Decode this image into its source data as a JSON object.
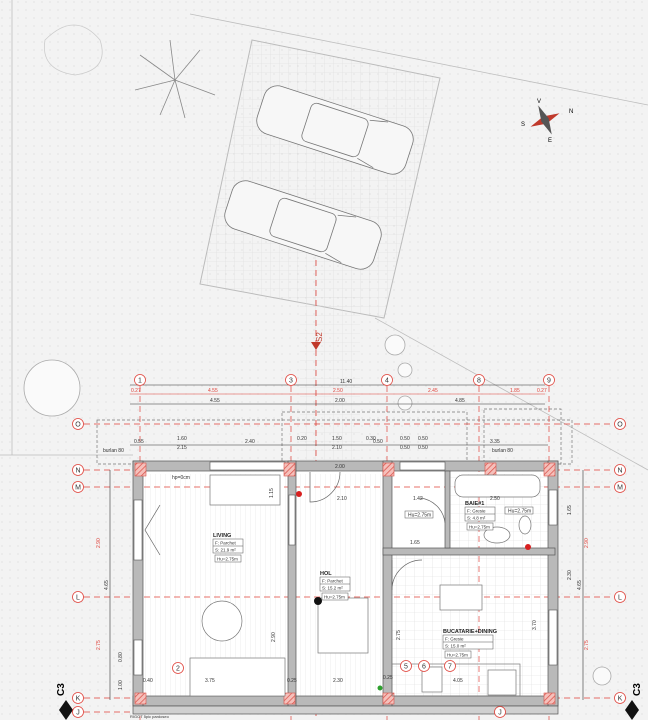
{
  "axes": {
    "columns": [
      "1",
      "2",
      "3",
      "4",
      "5",
      "6",
      "7",
      "8",
      "9"
    ],
    "rows": [
      "O",
      "N",
      "M",
      "L",
      "K",
      "J"
    ]
  },
  "dimensions": {
    "overall": "11.40",
    "red_top": [
      "0.27",
      "4.55",
      "2.50",
      "2.45",
      "1.85",
      "0.27"
    ],
    "grey_top": [
      "4.55",
      "2.00",
      "4.85"
    ],
    "openings": [
      "0.55",
      "1.60",
      "2.15",
      "2.40",
      "0.20",
      "1.50",
      "2.10",
      "0.30",
      "0.50",
      "0.50",
      "0.50",
      "0.50",
      "0.50",
      "3.35"
    ],
    "interior": [
      "2.00",
      "2.10",
      "1.42",
      "2.50",
      "1.65",
      "3.75",
      "2.30",
      "4.05",
      "0.40",
      "0.25",
      "0.25",
      "2.75",
      "3.70",
      "2.90",
      "1.15"
    ],
    "side_left": [
      "4.65",
      "2.90",
      "2.75",
      "1.00",
      "0.80"
    ],
    "side_right": [
      "4.65",
      "2.90",
      "2.75",
      "2.30",
      "1.65"
    ]
  },
  "annotations": {
    "burlan_left": "burlan 80",
    "burlan_right": "burlan 80",
    "section_mark": "S2",
    "section_c3": "C3",
    "hp_note": "hp=0cm",
    "rigola": "RIGOT 5pic pardoseo"
  },
  "rooms": [
    {
      "name": "LIVING",
      "finish": "F: Parchet",
      "area": "S: 21.9 m²",
      "height": "Hu=2.75m"
    },
    {
      "name": "HOL",
      "finish": "F: Parchet",
      "area": "S: 15.2 m²",
      "height": "Hu=2.75m"
    },
    {
      "name": "BAIE#1",
      "finish": "F: Gresie",
      "area": "S: 4.8 m²",
      "height": "Hu=2.75m"
    },
    {
      "name": "BUCATARIE+DINING",
      "finish": "F:  Gresie",
      "area": "S:  15.0 m²",
      "height": "Hu=2.75m"
    }
  ],
  "extra_heights": [
    "Hu=2.75m",
    "Hu=2.75m"
  ],
  "compass": {
    "labels": [
      "N",
      "E",
      "S",
      "V"
    ]
  },
  "colors": {
    "axis": "#e0423a",
    "wall": "#b9b9b9",
    "column": "#d9534a",
    "line": "#555555"
  }
}
